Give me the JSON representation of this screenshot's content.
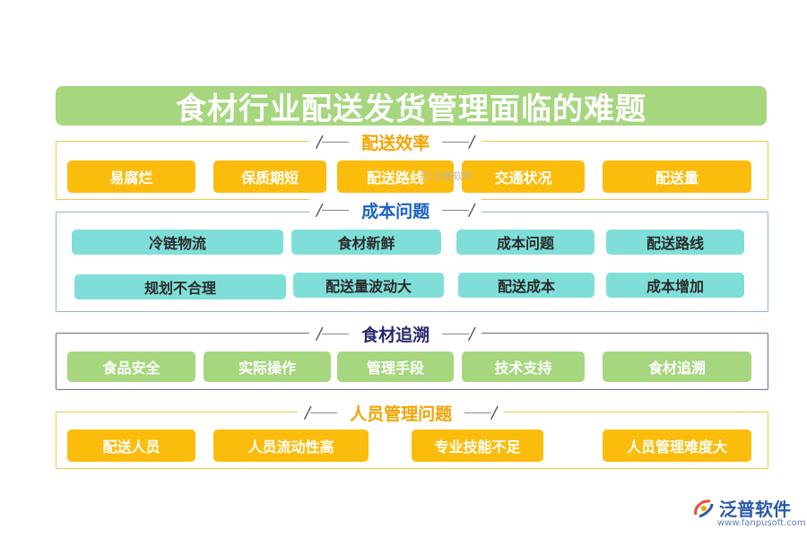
{
  "title": "食材行业配送发货管理面临的难题",
  "sections": [
    {
      "title": "配送效率",
      "rows": [
        [
          "易腐烂",
          "保质期短",
          "配送路线",
          "交通状况",
          "配送量"
        ]
      ]
    },
    {
      "title": "成本问题",
      "rows": [
        [
          "冷链物流",
          "食材新鲜",
          "成本问题",
          "配送路线"
        ],
        [
          "规划不合理",
          "配送量波动大",
          "配送成本",
          "成本增加"
        ]
      ]
    },
    {
      "title": "食材追溯",
      "rows": [
        [
          "食品安全",
          "实际操作",
          "管理手段",
          "技术支持",
          "食材追溯"
        ]
      ]
    },
    {
      "title": "人员管理问题",
      "rows": [
        [
          "配送人员",
          "人员流动性高",
          "专业技能不足",
          "人员管理难度大"
        ]
      ]
    }
  ],
  "watermark": "泛普软件",
  "logo": {
    "name": "泛普软件",
    "url": "www.fanpusoft.com"
  },
  "colors": {
    "title_bar": "#a6d67e",
    "orange_chip": "#fcbc0c",
    "teal_chip": "#7fdfd8",
    "green_chip": "#a6d67e",
    "orange_border": "#f5c547",
    "blue_border": "#8cb3d9",
    "navy_border": "#6f6a9a"
  }
}
